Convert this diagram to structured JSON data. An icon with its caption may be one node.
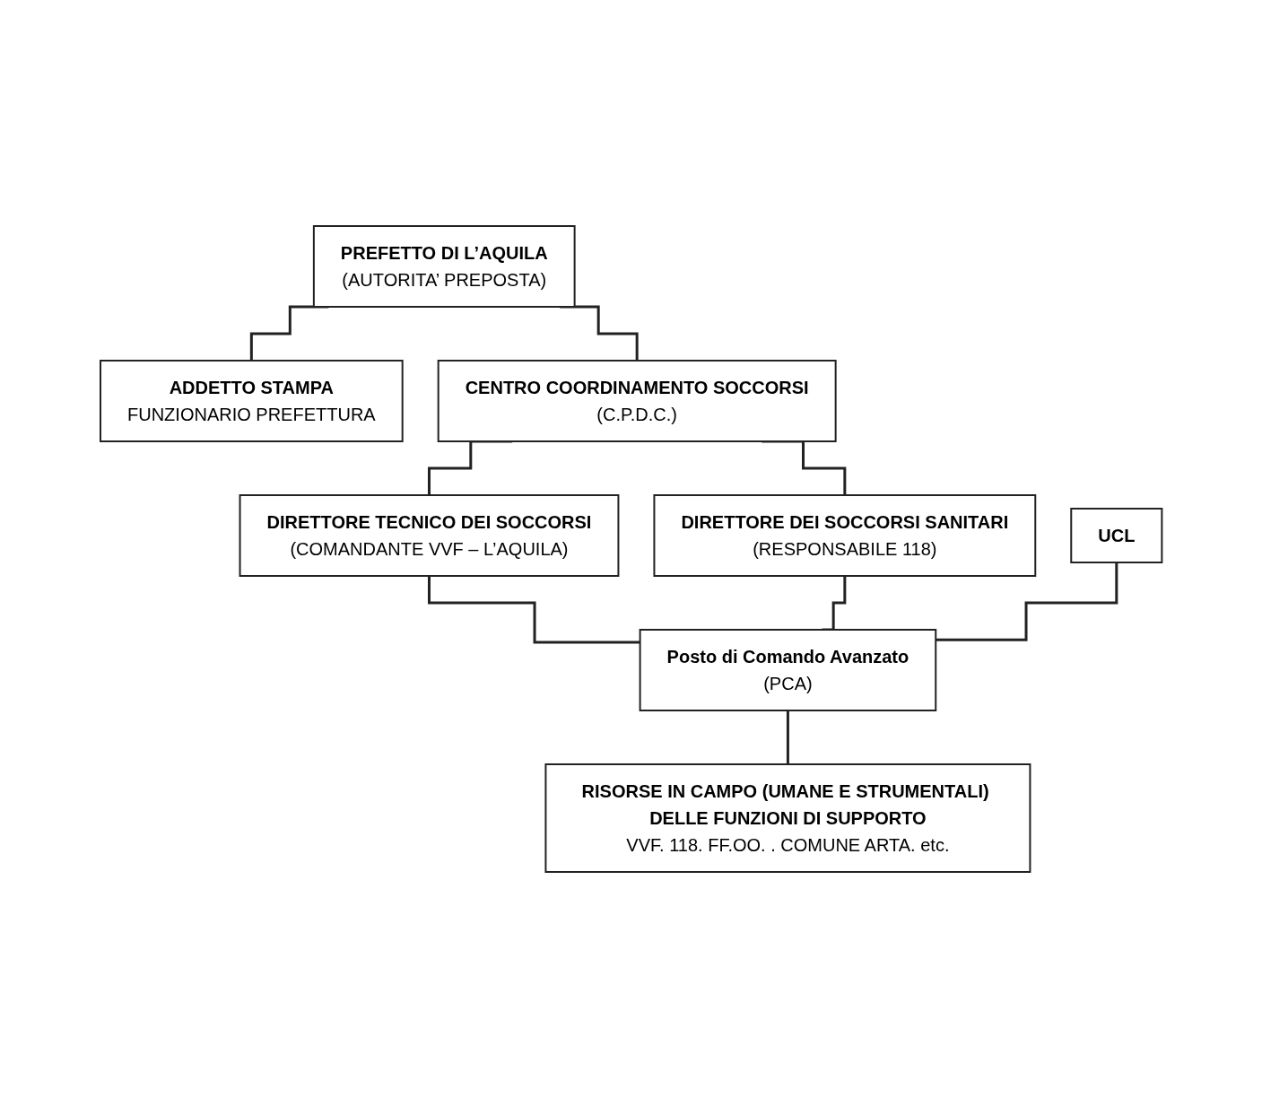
{
  "diagram": {
    "nodes": [
      {
        "text": [
          "PREFETTO DI L’AQUILA",
          "(AUTORITA’ PREPOSTA)"
        ]
      },
      {
        "text": [
          "ADDETTO STAMPA",
          "FUNZIONARIO PREFETTURA"
        ]
      },
      {
        "text": [
          "CENTRO COORDINAMENTO SOCCORSI",
          "(C.P.D.C.)"
        ]
      },
      {
        "text": [
          "DIRETTORE TECNICO DEI SOCCORSI",
          "(COMANDANTE VVF – L’AQUILA)"
        ]
      },
      {
        "text": [
          "DIRETTORE DEI SOCCORSI SANITARI",
          "(RESPONSABILE 118)"
        ]
      },
      {
        "text": [
          "UCL"
        ]
      },
      {
        "text": [
          "Posto di Comando Avanzato",
          "(PCA)"
        ]
      },
      {
        "text": [
          "RISORSE IN CAMPO (UMANE E STRUMENTALI) DELLE FUNZIONI DI SUPPORTO",
          "VVF. 118. FF.OO. . COMUNE ARTA. etc."
        ]
      }
    ],
    "edges": [
      {
        "from": 0,
        "to": 1,
        "arrow": "none"
      },
      {
        "from": 0,
        "to": 2,
        "arrow": "none"
      },
      {
        "from": 2,
        "to": 3,
        "arrow": "none"
      },
      {
        "from": 2,
        "to": 4,
        "arrow": "none"
      },
      {
        "from": 3,
        "to": 6,
        "arrow": "none"
      },
      {
        "from": 4,
        "to": 6,
        "arrow": "none"
      },
      {
        "from": 5,
        "to": 6,
        "arrow": "none"
      },
      {
        "from": 6,
        "to": 7,
        "arrow": "none"
      }
    ]
  }
}
